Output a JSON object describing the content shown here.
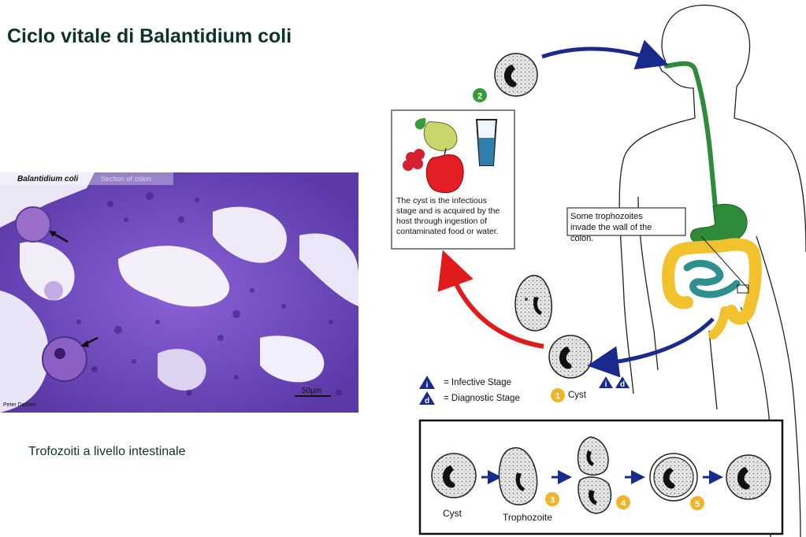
{
  "page": {
    "title": "Ciclo vitale di Balantidium coli",
    "caption": "Trofozoiti a livello intestinale"
  },
  "micrograph": {
    "organism_label": "Balantidium coli",
    "section_label": "Section of colon",
    "scale_label": "50µm",
    "credit": "Peter Darben"
  },
  "diagram": {
    "food_box_text": "The cyst is the infectious stage and is acquired by the host through ingestion of contaminated food or water.",
    "invade_box_text": "Some trophozoites invade the wall of the colon.",
    "legend": {
      "infective_letter": "i",
      "infective_text": "= Infective Stage",
      "diagnostic_letter": "d",
      "diagnostic_text": "= Diagnostic Stage"
    },
    "cyst_label": "Cyst",
    "stage_numbers": [
      "1",
      "2",
      "3",
      "4",
      "5"
    ],
    "bottom_labels": {
      "cyst": "Cyst",
      "trophozoite": "Trophozoite"
    },
    "colors": {
      "arrow_blue": "#1a2a8c",
      "arrow_red": "#e01b1b",
      "stomach_green": "#2e8b3a",
      "colon_yellow": "#f2c22e",
      "small_intestine_teal": "#2f8f8f",
      "badge_green": "#3a9a3a",
      "badge_yellow": "#f0b429",
      "title_green": "#0f3326"
    }
  }
}
